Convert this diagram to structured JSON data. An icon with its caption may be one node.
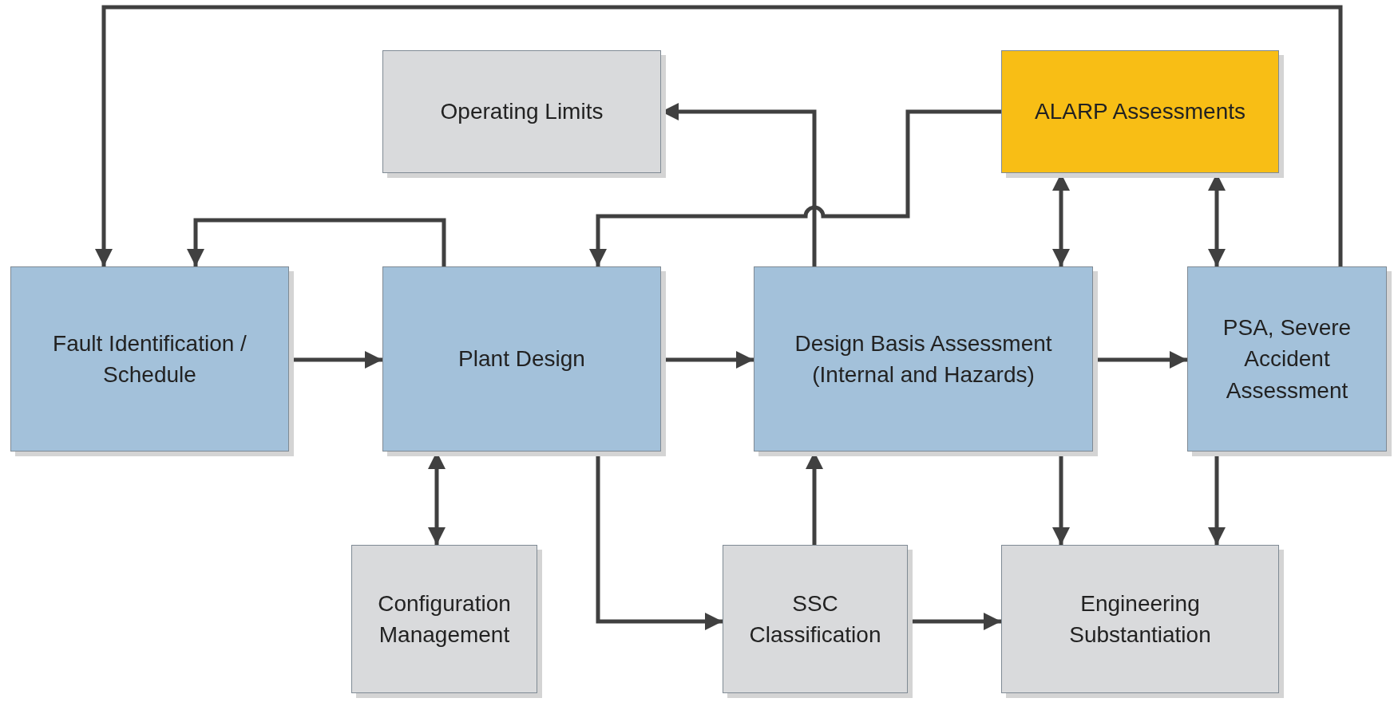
{
  "diagram": {
    "nodes": [
      {
        "text": [
          "Operating Limits"
        ]
      },
      {
        "text": [
          "ALARP Assessments"
        ]
      },
      {
        "text": [
          "Fault Identification / Schedule"
        ]
      },
      {
        "text": [
          "Plant Design"
        ]
      },
      {
        "text": [
          "Design Basis Assessment (Internal and Hazards)"
        ]
      },
      {
        "text": [
          "PSA, Severe Accident Assessment"
        ]
      },
      {
        "text": [
          "Configuration Management"
        ]
      },
      {
        "text": [
          "SSC Classification"
        ]
      },
      {
        "text": [
          "Engineering Substantiation"
        ]
      }
    ],
    "edges": [
      {
        "from": 5,
        "to": 2,
        "arrow": "to"
      },
      {
        "from": 3,
        "to": 2,
        "arrow": "to"
      },
      {
        "from": 4,
        "to": 0,
        "arrow": "to"
      },
      {
        "from": 1,
        "to": 3,
        "arrow": "to"
      },
      {
        "from": 2,
        "to": 3,
        "arrow": "to"
      },
      {
        "from": 3,
        "to": 4,
        "arrow": "to"
      },
      {
        "from": 4,
        "to": 5,
        "arrow": "to"
      },
      {
        "from": 1,
        "to": 4,
        "arrow": "both"
      },
      {
        "from": 1,
        "to": 5,
        "arrow": "both"
      },
      {
        "from": 3,
        "to": 6,
        "arrow": "both"
      },
      {
        "from": 3,
        "to": 7,
        "arrow": "to"
      },
      {
        "from": 7,
        "to": 4,
        "arrow": "to"
      },
      {
        "from": 4,
        "to": 8,
        "arrow": "to"
      },
      {
        "from": 5,
        "to": 8,
        "arrow": "to"
      },
      {
        "from": 7,
        "to": 8,
        "arrow": "to"
      }
    ]
  }
}
